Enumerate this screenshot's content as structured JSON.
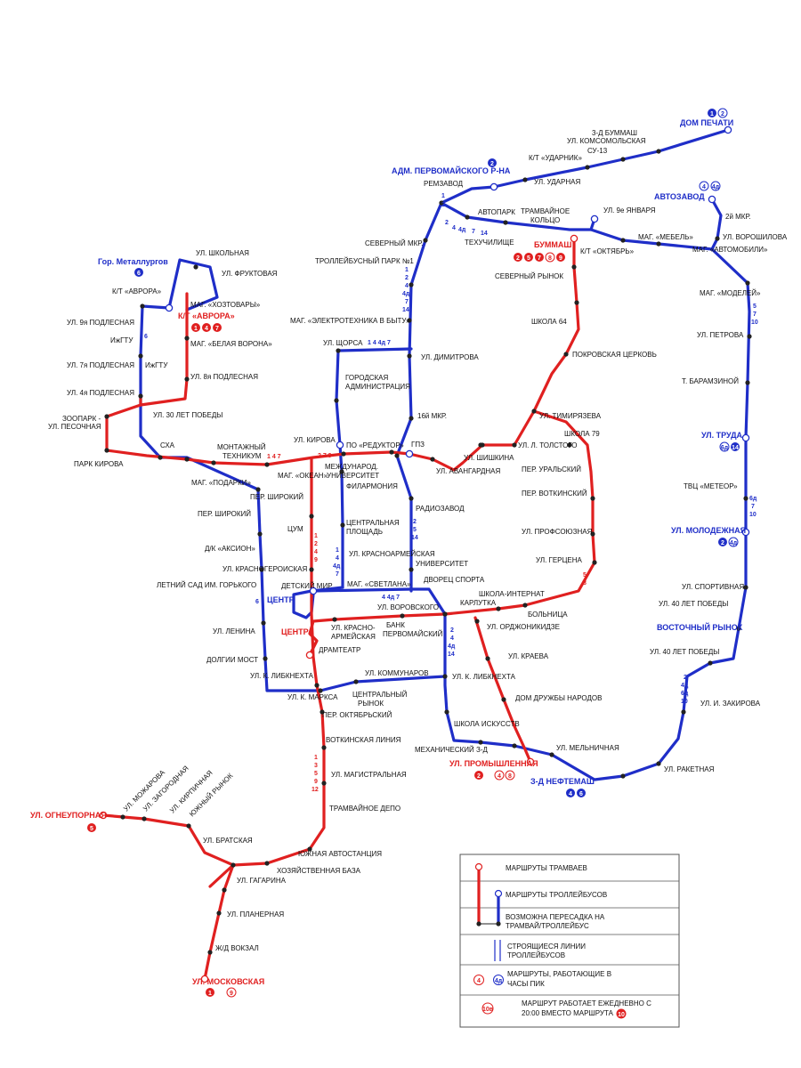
{
  "colors": {
    "tram": "#e02020",
    "trolley": "#1f2ec8",
    "stop": "#222222",
    "text": "#111111"
  },
  "terminals": {
    "dom_pechati": "ДОМ ПЕЧАТИ",
    "adm": "АДМ. ПЕРВОМАЙСКОГО Р-НА",
    "avtozavod": "АВТОЗАВОД",
    "metallurgov": "Гор. Металлургов",
    "avrora": "К/Т «АВРОРА»",
    "bummash": "БУММАШ",
    "trud": "УЛ. ТРУДА",
    "molodezhnaya": "УЛ. МОЛОДЕЖНАЯ",
    "vostochny": "ВОСТОЧНЫЙ РЫНОК",
    "centr_trolley": "ЦЕНТР",
    "centr_tram": "ЦЕНТР",
    "promyshlennaya": "УЛ. ПРОМЫШЛЕННАЯ",
    "neftemash": "З-Д НЕФТЕМАШ",
    "ogneupornaya": "УЛ. ОГНЕУПОРНАЯ",
    "moskovskaya": "УЛ. МОСКОВСКАЯ"
  },
  "stops": {
    "s1": "3-Д БУММАШ",
    "s2": "УЛ. КОМСОМОЛЬСКАЯ",
    "s3": "СУ-13",
    "s4": "К/Т «УДАРНИК»",
    "s5": "УЛ. УДАРНАЯ",
    "s6": "РЕМЗАВОД",
    "s7": "АВТОПАРК",
    "s8": "ТРАМВАЙНОЕ",
    "s9": "КОЛЬЦО",
    "s10": "УЛ. 9е ЯНВАРЯ",
    "s11": "ТЕХУЧИЛИЩЕ",
    "s12": "МАГ. «МЕБЕЛЬ»",
    "s13": "К/Т «ОКТЯБРЬ»",
    "s14": "МАГ. «АВТОМОБИЛИ»",
    "s15": "2й МКР.",
    "s16": "УЛ. ВОРОШИЛОВА",
    "s17": "СЕВЕРНЫЙ МКР.",
    "s18": "ТРОЛЛЕЙБУСНЫЙ ПАРК №1",
    "s19": "СЕВЕРНЫЙ РЫНОК",
    "s20": "МАГ. «МОДЕЛЕЙ»",
    "s21": "МАГ. «ЭЛЕКТРОТЕХНИКА В БЫТУ»",
    "s22": "ШКОЛА 64",
    "s23": "УЛ. ПЕТРОВА",
    "s24": "УЛ. ЩОРСА",
    "s25": "ПОКРОВСКАЯ ЦЕРКОВЬ",
    "s26": "УЛ. ДИМИТРОВА",
    "s27": "Т. БАРАМЗИНОЙ",
    "s28": "ГОРОДСКАЯ",
    "s29": "АДМИНИСТРАЦИЯ",
    "s30": "16й МКР.",
    "s31": "УЛ. ТИМИРЯЗЕВА",
    "s32": "ШКОЛА 79",
    "s33": "УЛ. Л. ТОЛСТОГО",
    "s34": "УЛ. ШИШКИНА",
    "s35": "УЛ. АВАНГАРДНАЯ",
    "s36": "ПЕР. УРАЛЬСКИЙ",
    "s37": "ПЕР. ВОТКИНСКИЙ",
    "s38": "ТВЦ «МЕТЕОР»",
    "s39": "УЛ. ПРОФСОЮЗНАЯ",
    "s40": "УЛ. ГЕРЦЕНА",
    "s41": "УЛ. СПОРТИВНАЯ",
    "s42": "УЛ. 40 ЛЕТ ПОБЕДЫ",
    "s43": "УЛ. ШКОЛЬНАЯ",
    "s44": "УЛ. ФРУКТОВАЯ",
    "s45": "К/Т «АВРОРА»",
    "s46": "МАГ. «ХОЗТОВАРЫ»",
    "s47": "УЛ. 9я ПОДЛЕСНАЯ",
    "s48": "ИжГТУ",
    "s49": "МАГ. «БЕЛАЯ ВОРОНА»",
    "s50": "УЛ. 7я ПОДЛЕСНАЯ",
    "s51": "ИжГТУ",
    "s52": "УЛ. 8я ПОДЛЕСНАЯ",
    "s53": "УЛ. 4я ПОДЛЕСНАЯ",
    "s54": "УЛ. 30 ЛЕТ ПОБЕДЫ",
    "s55": "ЗООПАРК -",
    "s56": "УЛ. ПЕСОЧНАЯ",
    "s57": "СХА",
    "s58": "ПАРК КИРОВА",
    "s59": "МОНТАЖНЫЙ",
    "s60": "ТЕХНИКУМ",
    "s61": "УЛ. КИРОВА",
    "s62": "ПО «РЕДУКТОР»",
    "s63": "ГПЗ",
    "s64": "МЕЖДУНАРОД.",
    "s65": "УНИВЕРСИТЕТ",
    "s66": "МАГ. «ПОДАРКИ»",
    "s67": "МАГ. «ОКЕАН»",
    "s68": "ФИЛАРМОНИЯ",
    "s69": "ПЕР. ШИРОКИЙ",
    "s70": "ПЕР. ШИРОКИЙ",
    "s71": "ЦУМ",
    "s72": "ЦЕНТРАЛЬНАЯ",
    "s73": "ПЛОЩАДЬ",
    "s74": "РАДИОЗАВОД",
    "s75": "Д/К «АКСИОН»",
    "s76": "УЛ. КРАСНОАРМЕЙСКАЯ",
    "s77": "УЛ. КРАСНОГЕРОИСКАЯ",
    "s78": "УНИВЕРСИТЕТ",
    "s79": "ДВОРЕЦ СПОРТА",
    "s80": "ДЕТСКИЙ МИР",
    "s81": "МАГ. «СВЕТЛАНА»",
    "s82": "ЛЕТНИЙ САД ИМ. ГОРЬКОГО",
    "s83": "ШКОЛА-ИНТЕРНАТ",
    "s84": "КАРЛУТКА",
    "s85": "УЛ. ВОРОВСКОГО",
    "s86": "БОЛЬНИЦА",
    "s87": "УЛ. 40 ЛЕТ ПОБЕДЫ",
    "s88": "УЛ. КРАСНО-",
    "s89": "АРМЕЙСКАЯ",
    "s90": "БАНК",
    "s91": "ПЕРВОМАЙСКИЙ",
    "s92": "УЛ. ОРДЖОНИКИДЗЕ",
    "s93": "УЛ. ЛЕНИНА",
    "s94": "ДРАМТЕАТР",
    "s95": "УЛ. КРАЕВА",
    "s96": "УЛ. 40 ЛЕТ ПОБЕДЫ",
    "s97": "ДОЛГИИ МОСТ",
    "s98": "УЛ. К. ЛИБКНЕХТА",
    "s99": "УЛ. КОММУНАРОВ",
    "s100": "УЛ. К. ЛИБКНЕХТА",
    "s101": "УЛ. И. ЗАКИРОВА",
    "s102": "УЛ. К. МАРКСА",
    "s103": "ЦЕНТРАЛЬНЫЙ",
    "s104": "РЫНОК",
    "s105": "ДОМ ДРУЖБЫ НАРОДОВ",
    "s106": "ПЕР. ОКТЯБРЬСКИЙ",
    "s107": "ШКОЛА ИСКУССТВ",
    "s108": "ВОТКИНСКАЯ ЛИНИЯ",
    "s109": "МЕХАНИЧЕСКИЙ З-Д",
    "s110": "УЛ. МЕЛЬНИЧНАЯ",
    "s111": "УЛ. РАКЕТНАЯ",
    "s112": "УЛ. МАГИСТРАЛЬНАЯ",
    "s113": "ТРАМВАЙНОЕ ДЕПО",
    "s114": "УЛ. МОЖАРОВА",
    "s115": "УЛ. ЗАГОРОДНАЯ",
    "s116": "УЛ. КИРПИЧНАЯ",
    "s117": "ЮЖНЫЙ РЫНОК",
    "s118": "УЛ. БРАТСКАЯ",
    "s119": "ЮЖНАЯ АВТОСТАНЦИЯ",
    "s120": "ХОЗЯЙСТВЕННАЯ БАЗА",
    "s121": "УЛ. ГАГАРИНА",
    "s122": "УЛ. ПЛАНЕРНАЯ",
    "s123": "Ж/Д ВОКЗАЛ"
  },
  "route_numbers": {
    "r1": "1",
    "r2": "2",
    "r3": "2",
    "r4": "4",
    "r5": "4д",
    "r6": "7",
    "r7": "14",
    "r8": "1",
    "r9": "2",
    "r10": "4",
    "r11": "4д",
    "r12": "7",
    "r13": "14",
    "r14": "1 4 4д 7",
    "r15": "6",
    "r16": "1 4 7",
    "r17": "2 7 9",
    "r18": "1",
    "r19": "2",
    "r20": "4",
    "r21": "9",
    "r22": "1",
    "r23": "4",
    "r24": "4д",
    "r25": "7",
    "r26": "2",
    "r27": "5",
    "r28": "14",
    "r29": "4 4д 7",
    "r30": "5",
    "r31": "8",
    "r32": "5",
    "r33": "7",
    "r34": "10",
    "r35": "6д",
    "r36": "7",
    "r37": "10",
    "r38": "2",
    "r39": "4",
    "r40": "4д",
    "r41": "14",
    "r42": "6",
    "r43": "2",
    "r44": "4д",
    "r45": "6д",
    "r46": "10",
    "r47": "1",
    "r48": "3",
    "r49": "5",
    "r50": "9",
    "r51": "12"
  },
  "badges": {
    "dom_pechati": [
      "1",
      "2"
    ],
    "adm": [
      "2"
    ],
    "avtozavod": [
      "4",
      "4д"
    ],
    "metallurgov": [
      "6"
    ],
    "avrora": [
      "1",
      "4",
      "7"
    ],
    "bummash": [
      "2",
      "5",
      "7",
      "8",
      "9"
    ],
    "trud": [
      "6д",
      "14"
    ],
    "molodezhnaya": [
      "2",
      "4д"
    ],
    "promyshlennaya": [
      "2",
      "4",
      "8"
    ],
    "neftemash": [
      "4",
      "6"
    ],
    "ogneupornaya": [
      "5"
    ],
    "moskovskaya": [
      "1",
      "9"
    ]
  },
  "legend": {
    "tram": "МАРШРУТЫ ТРАМВАЕВ",
    "trolley": "МАРШРУТЫ ТРОЛЛЕЙБУСОВ",
    "transfer1": "ВОЗМОЖНА ПЕРЕСАДКА НА",
    "transfer2": "ТРАМВАЙ/ТРОЛЛЕЙБУС",
    "construction1": "СТРОЯЩИЕСЯ ЛИНИИ",
    "construction2": "ТРОЛЛЕЙБУСОВ",
    "peak1": "МАРШРУТЫ, РАБОТАЮЩИЕ В",
    "peak2": "ЧАСЫ ПИК",
    "peak_tram": "4",
    "peak_trolley": "4д",
    "daily1": "МАРШРУТ РАБОТАЕТ ЕЖЕДНЕВНО С",
    "daily2": "20:00 ВМЕСТО МАРШРУТА",
    "daily_from": "10в",
    "daily_to": "10"
  }
}
